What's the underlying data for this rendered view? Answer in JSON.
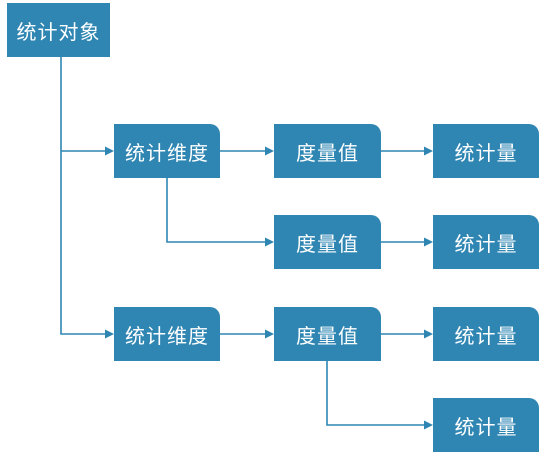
{
  "diagram": {
    "root": {
      "label": "统计对象"
    },
    "dimensions": [
      {
        "label": "统计维度"
      },
      {
        "label": "统计维度"
      }
    ],
    "measures": [
      {
        "label": "度量值"
      },
      {
        "label": "度量值"
      },
      {
        "label": "度量值"
      }
    ],
    "statistics": [
      {
        "label": "统计量"
      },
      {
        "label": "统计量"
      },
      {
        "label": "统计量"
      },
      {
        "label": "统计量"
      }
    ]
  },
  "colors": {
    "node_fill": "#2f86b3",
    "node_text": "#ffffff",
    "connector": "#2f86b3",
    "background": "#ffffff"
  }
}
